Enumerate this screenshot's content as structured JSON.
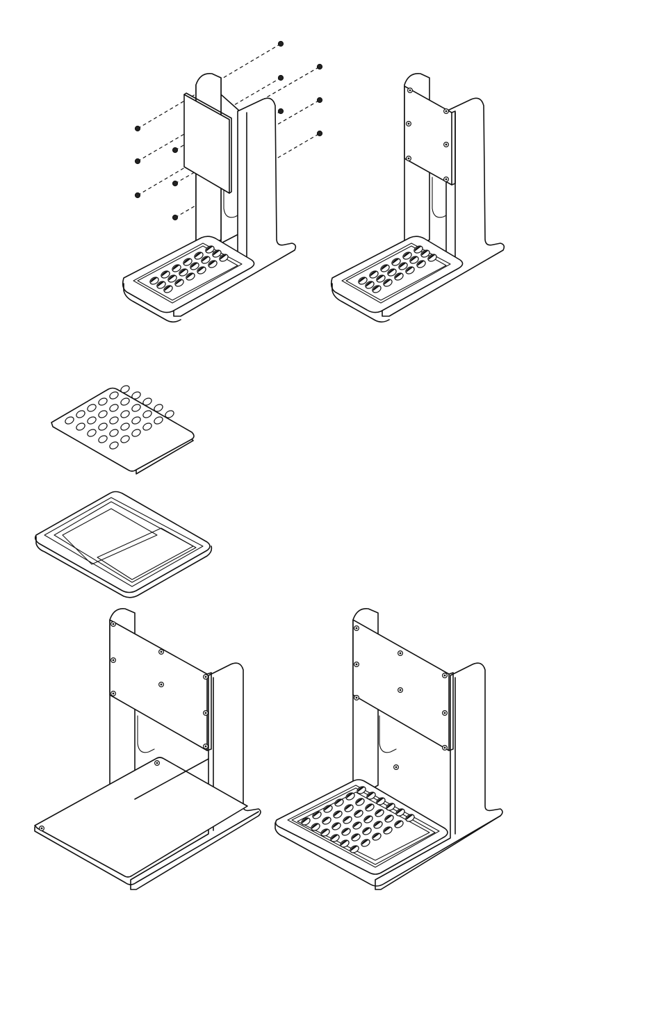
{
  "figure": {
    "views": [
      {
        "id": "view-a",
        "description_label": ""
      },
      {
        "id": "view-b",
        "description_label": ""
      },
      {
        "id": "view-c",
        "description_label": ""
      },
      {
        "id": "view-d",
        "description_label": ""
      },
      {
        "id": "view-e",
        "description_label": ""
      }
    ],
    "colors": {
      "line": "#111111",
      "fill": "#ffffff"
    },
    "parts": {
      "small_rack_holes": {
        "rows": 3,
        "cols": 6
      },
      "large_rack_holes": {
        "rows": 6,
        "cols": 6
      },
      "screws_count": 10
    }
  }
}
